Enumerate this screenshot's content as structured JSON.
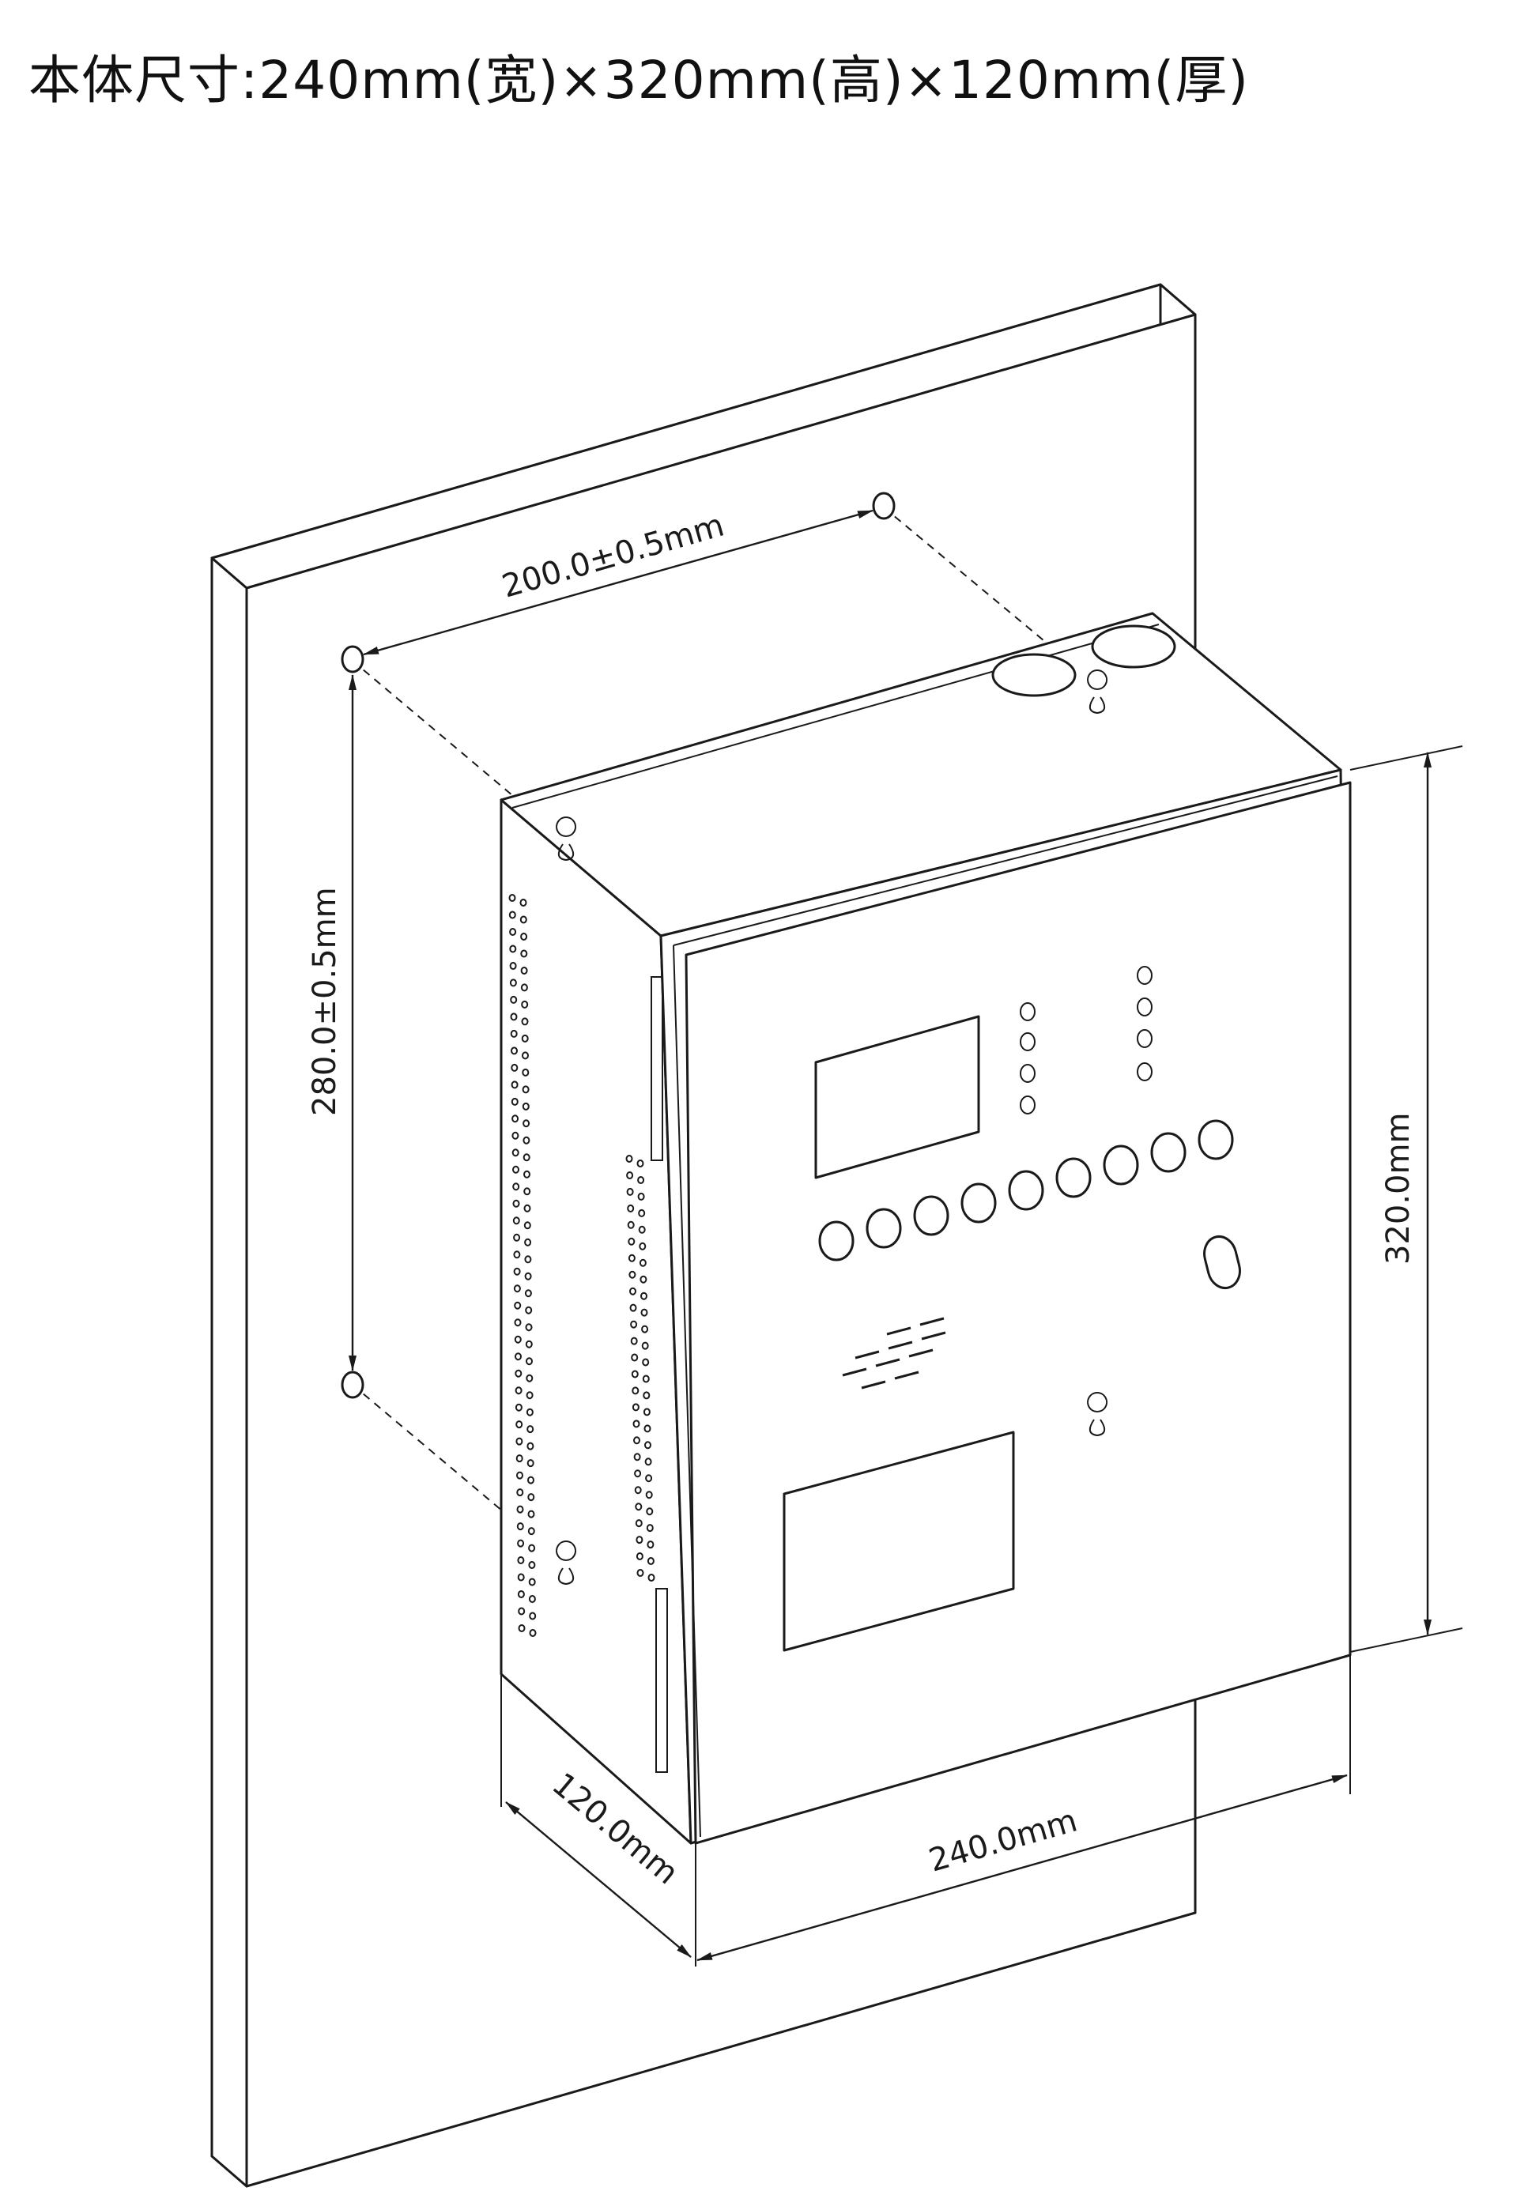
{
  "title": "本体尺寸:240mm(宽)×320mm(高)×120mm(厚)",
  "dimensions": {
    "hole_spacing_horizontal": "200.0±0.5mm",
    "hole_spacing_vertical": "280.0±0.5mm",
    "body_height": "320.0mm",
    "body_width": "240.0mm",
    "body_depth": "120.0mm"
  },
  "icons": {
    "mounting_hole": "circle",
    "keyhole_slot": "keyhole",
    "indicator_led": "small-circle",
    "push_button": "round-button",
    "key_lock": "rounded-oval"
  }
}
